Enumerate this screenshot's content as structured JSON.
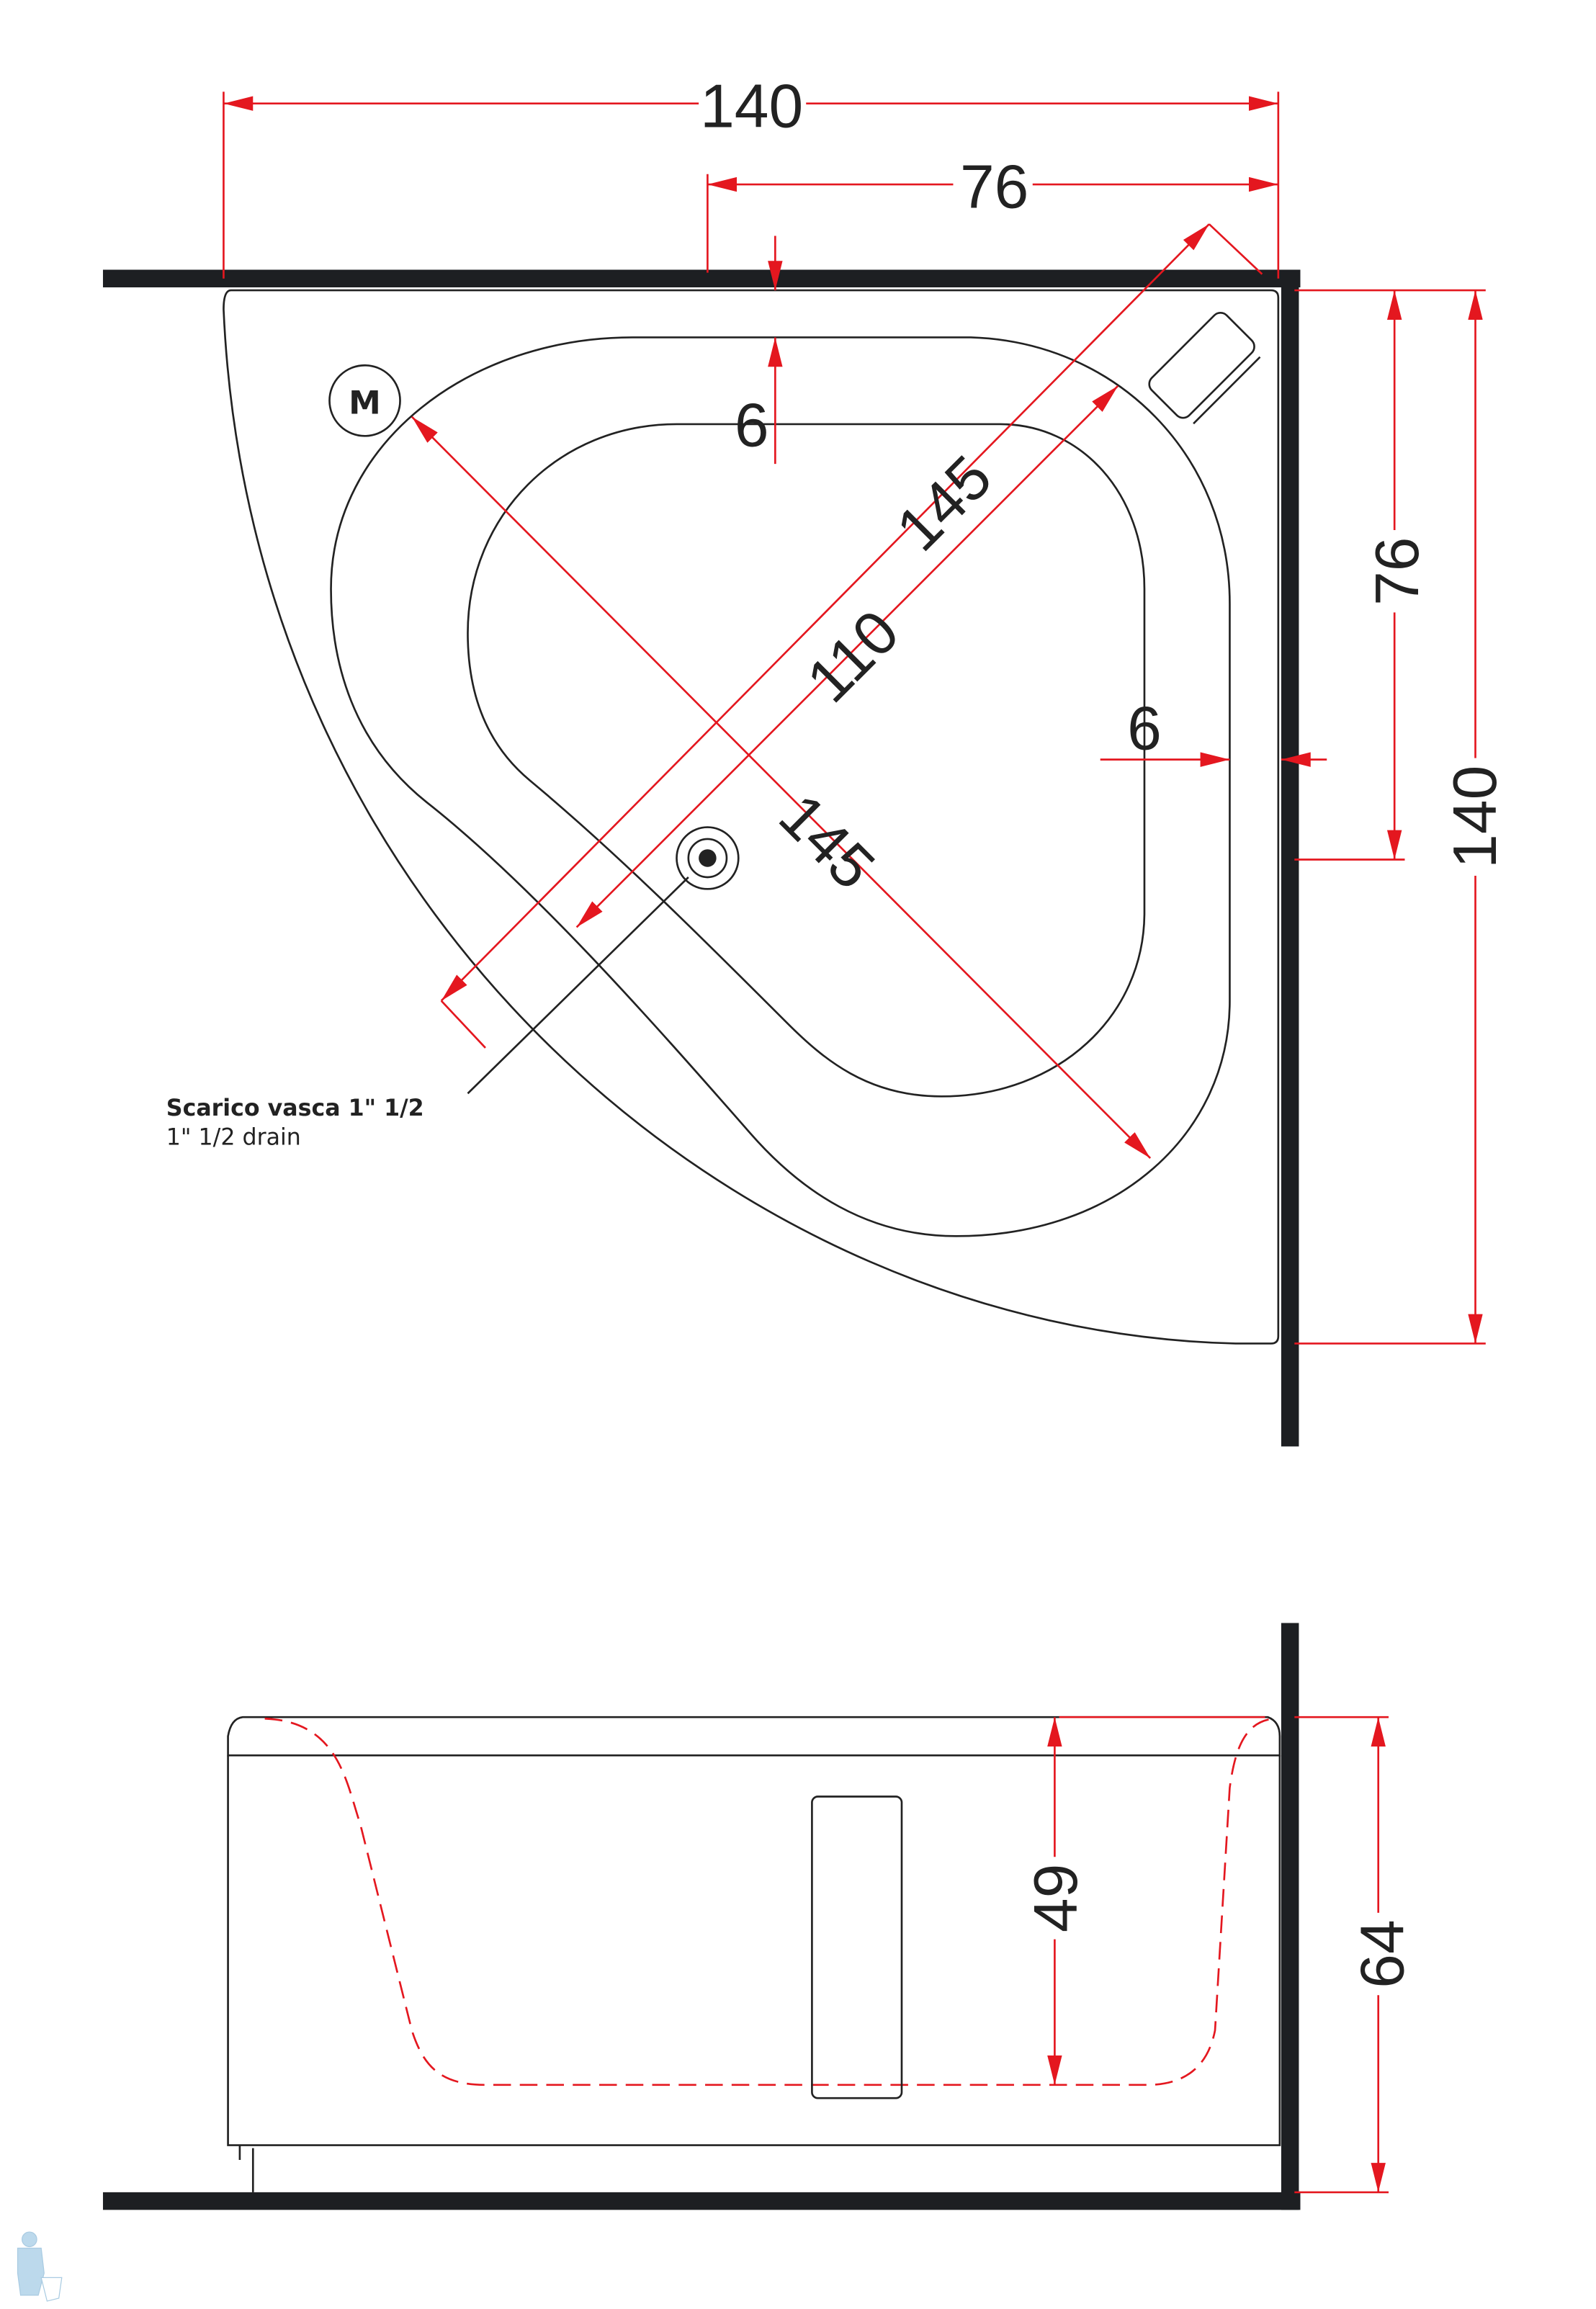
{
  "plan_view": {
    "dimensions": {
      "overall_width": "140",
      "corner_width": "76",
      "rim_top": "6",
      "diagonal_outer": "145",
      "diagonal_inner": "110",
      "diagonal_cross": "145",
      "rim_right": "6",
      "corner_depth": "76",
      "overall_depth": "140"
    },
    "motor_marker": "M",
    "drain_label": {
      "it": "Scarico vasca 1\" 1/2",
      "en": "1\" 1/2  drain"
    }
  },
  "side_view": {
    "dimensions": {
      "inner_depth": "49",
      "overall_height": "64"
    }
  },
  "colors": {
    "dimension": "#e4171f",
    "wall": "#1d1f22",
    "logo": "#bcd9ec"
  }
}
